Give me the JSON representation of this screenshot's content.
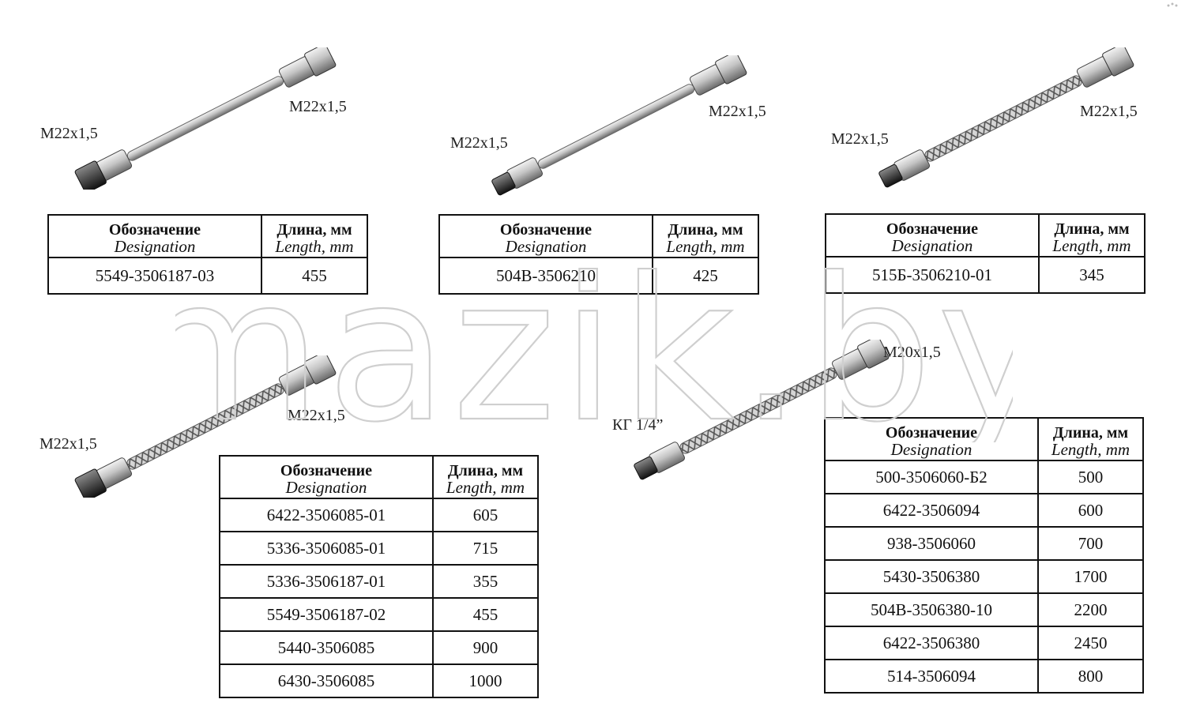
{
  "watermark": "mazik.by",
  "colors": {
    "text": "#111111",
    "border": "#111111",
    "watermark_stroke": "#bbbbbb",
    "metal": "#bdbdbd",
    "dark": "#222222"
  },
  "hoses": [
    {
      "type": "smooth",
      "label_left": "M22x1,5",
      "label_right": "M22x1,5",
      "table": {
        "header_ru": "Обозначение",
        "header_en": "Designation",
        "header2_ru": "Длина, мм",
        "header2_en": "Length, mm",
        "rows": [
          {
            "designation": "5549-3506187-03",
            "length": "455"
          }
        ]
      }
    },
    {
      "type": "smooth",
      "label_left": "M22x1,5",
      "label_right": "M22x1,5",
      "table": {
        "header_ru": "Обозначение",
        "header_en": "Designation",
        "header2_ru": "Длина, мм",
        "header2_en": "Length, mm",
        "rows": [
          {
            "designation": "504В-3506210",
            "length": "425"
          }
        ]
      }
    },
    {
      "type": "braided",
      "label_left": "M22x1,5",
      "label_right": "M22x1,5",
      "table": {
        "header_ru": "Обозначение",
        "header_en": "Designation",
        "header2_ru": "Длина, мм",
        "header2_en": "Length, mm",
        "rows": [
          {
            "designation": "515Б-3506210-01",
            "length": "345"
          }
        ]
      }
    },
    {
      "type": "braided",
      "label_left": "M22x1,5",
      "label_right": "M22x1,5",
      "table": {
        "header_ru": "Обозначение",
        "header_en": "Designation",
        "header2_ru": "Длина, мм",
        "header2_en": "Length, mm",
        "rows": [
          {
            "designation": "6422-3506085-01",
            "length": "605"
          },
          {
            "designation": "5336-3506085-01",
            "length": "715"
          },
          {
            "designation": "5336-3506187-01",
            "length": "355"
          },
          {
            "designation": "5549-3506187-02",
            "length": "455"
          },
          {
            "designation": "5440-3506085",
            "length": "900"
          },
          {
            "designation": "6430-3506085",
            "length": "1000"
          }
        ]
      }
    },
    {
      "type": "braided",
      "label_left": "КГ 1/4”",
      "label_right": "M20x1,5",
      "table": {
        "header_ru": "Обозначение",
        "header_en": "Designation",
        "header2_ru": "Длина, мм",
        "header2_en": "Length, mm",
        "rows": [
          {
            "designation": "500-3506060-Б2",
            "length": "500"
          },
          {
            "designation": "6422-3506094",
            "length": "600"
          },
          {
            "designation": "938-3506060",
            "length": "700"
          },
          {
            "designation": "5430-3506380",
            "length": "1700"
          },
          {
            "designation": "504В-3506380-10",
            "length": "2200"
          },
          {
            "designation": "6422-3506380",
            "length": "2450"
          },
          {
            "designation": "514-3506094",
            "length": "800"
          }
        ]
      }
    }
  ]
}
